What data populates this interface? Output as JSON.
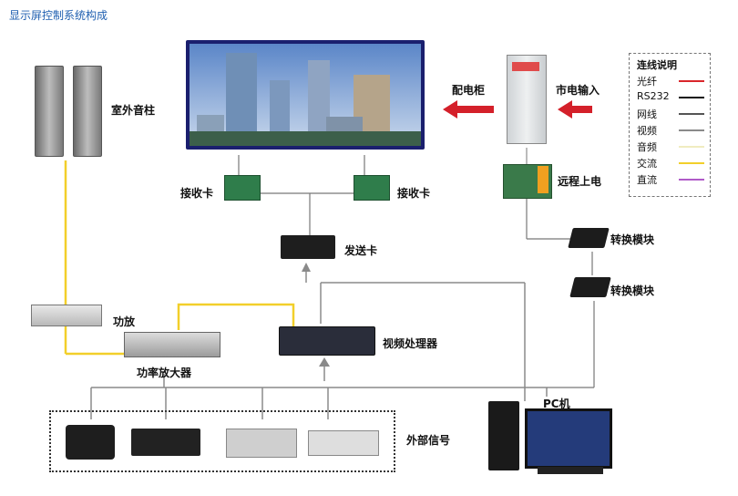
{
  "title": "显示屏控制系统构成",
  "labels": {
    "outdoor_speaker": "室外音柱",
    "receiver_card_left": "接收卡",
    "receiver_card_right": "接收卡",
    "sender_card": "发送卡",
    "distribution_cabinet": "配电柜",
    "mains_input": "市电输入",
    "remote_power": "远程上电",
    "converter_1": "转换模块",
    "converter_2": "转换模块",
    "amplifier": "功放",
    "power_amplifier": "功率放大器",
    "video_processor": "视频处理器",
    "external_signal": "外部信号",
    "pc": "PC机"
  },
  "legend": {
    "title": "连线说明",
    "items": [
      {
        "label": "光纤",
        "color": "#d9262b"
      },
      {
        "label": "RS232",
        "color": "#111111"
      },
      {
        "label": "网线",
        "color": "#555555"
      },
      {
        "label": "视频",
        "color": "#8a8a8a"
      },
      {
        "label": "音频",
        "color": "#f0ecc0"
      },
      {
        "label": "交流",
        "color": "#f2cf2a"
      },
      {
        "label": "直流",
        "color": "#b05ac8"
      }
    ]
  },
  "colors": {
    "title": "#1f5fb0",
    "arrow": "#d4202a",
    "yellow_wire": "#f2cf2a",
    "gray_wire": "#8a8a8a"
  }
}
